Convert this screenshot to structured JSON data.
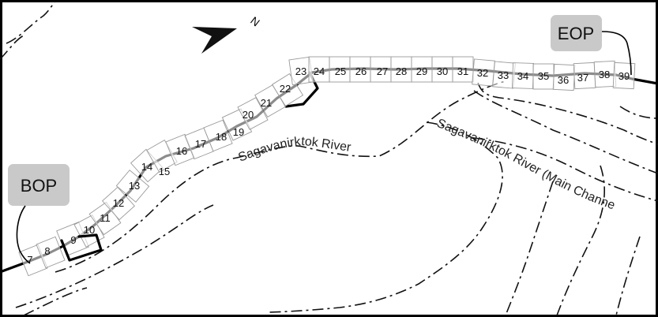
{
  "map": {
    "callouts": {
      "start": "BOP",
      "end": "EOP"
    },
    "north_arrow_label": "N",
    "rivers": {
      "left": "Sagavanirktok River",
      "main": "Sagavanirktok River (Main Channe"
    },
    "frames": [
      "7",
      "8",
      "9",
      "10",
      "11",
      "12",
      "13",
      "14",
      "15",
      "16",
      "17",
      "18",
      "19",
      "20",
      "21",
      "22",
      "23",
      "24",
      "25",
      "26",
      "27",
      "28",
      "29",
      "30",
      "31",
      "32",
      "33",
      "34",
      "35",
      "36",
      "37",
      "38",
      "39"
    ],
    "highlighted_frame": "9",
    "colors": {
      "route": "#000000",
      "frame_border": "#9a9a9a",
      "callout_fill": "#c9c9c9",
      "highlight_fill": "#9e9e9e"
    }
  }
}
